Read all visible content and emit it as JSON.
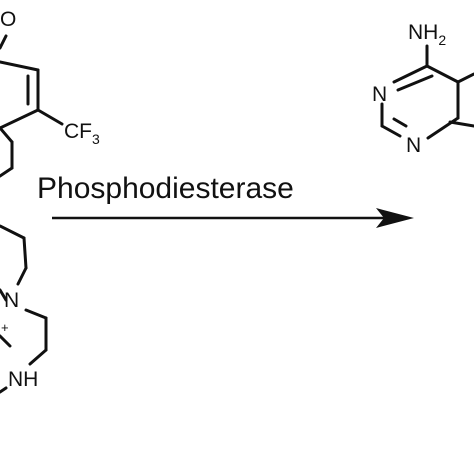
{
  "reaction": {
    "arrow_label": "Phosphodiesterase"
  },
  "left_molecule": {
    "oxygen_label": "O",
    "cf3_prefix": "CF",
    "cf3_subscript": "3",
    "n_plus_label": "N",
    "charge": "+",
    "nh_label": "NH"
  },
  "right_molecule": {
    "amine_prefix": "NH",
    "amine_subscript": "2",
    "ring_n_top": "N",
    "ring_n_bottom": "N"
  }
}
